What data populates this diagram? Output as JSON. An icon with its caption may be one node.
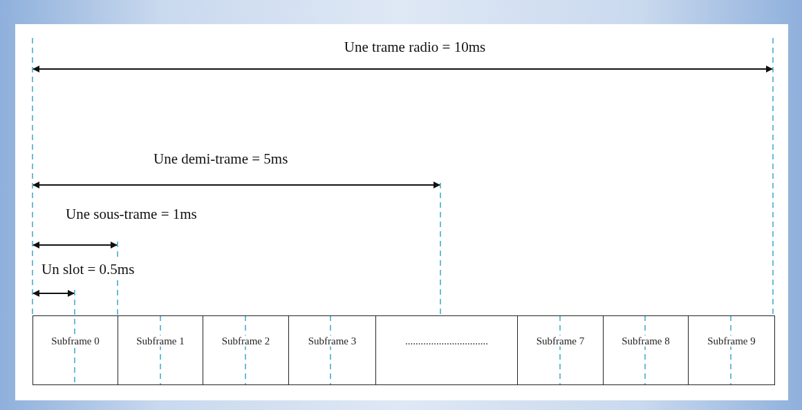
{
  "diagram": {
    "nodes": [
      {
        "text": [
          "Subframe 0"
        ]
      },
      {
        "text": [
          "Subframe 1"
        ]
      },
      {
        "text": [
          "Subframe 2"
        ]
      },
      {
        "text": [
          "Subframe 3"
        ]
      },
      {
        "text": [
          "................................"
        ]
      },
      {
        "text": [
          "Subframe 7"
        ]
      },
      {
        "text": [
          "Subframe 8"
        ]
      },
      {
        "text": [
          "Subframe 9"
        ]
      }
    ],
    "edges": [],
    "labels": [
      "Une trame radio = 10ms",
      "Une demi-trame = 5ms",
      "Une sous-trame = 1ms",
      "Un slot = 0.5ms"
    ]
  }
}
